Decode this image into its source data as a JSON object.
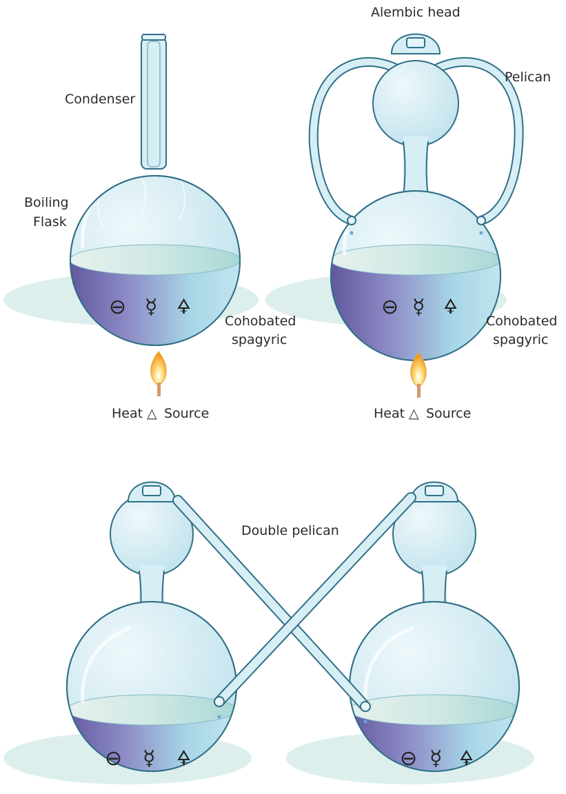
{
  "labels": {
    "condenser": "Condenser",
    "boiling_flask_line1": "Boiling",
    "boiling_flask_line2": "Flask",
    "cohobated_line1": "Cohobated",
    "cohobated_line2": "spagyric",
    "heat": "Heat",
    "source": "Source",
    "heat_symbol": "△",
    "alembic_head": "Alembic head",
    "pelican": "Pelican",
    "double_pelican": "Double pelican"
  },
  "symbols": {
    "salt": "⊖",
    "mercury": "☿",
    "sulfur": "🜍"
  },
  "colors": {
    "glass": "#cfeaf3",
    "glass_stroke": "#2f6f86",
    "liquid_left": "#7b6fb3",
    "liquid_right": "#a7d9ea",
    "shadow": "#dcefec",
    "flame": "#f6b93b"
  }
}
